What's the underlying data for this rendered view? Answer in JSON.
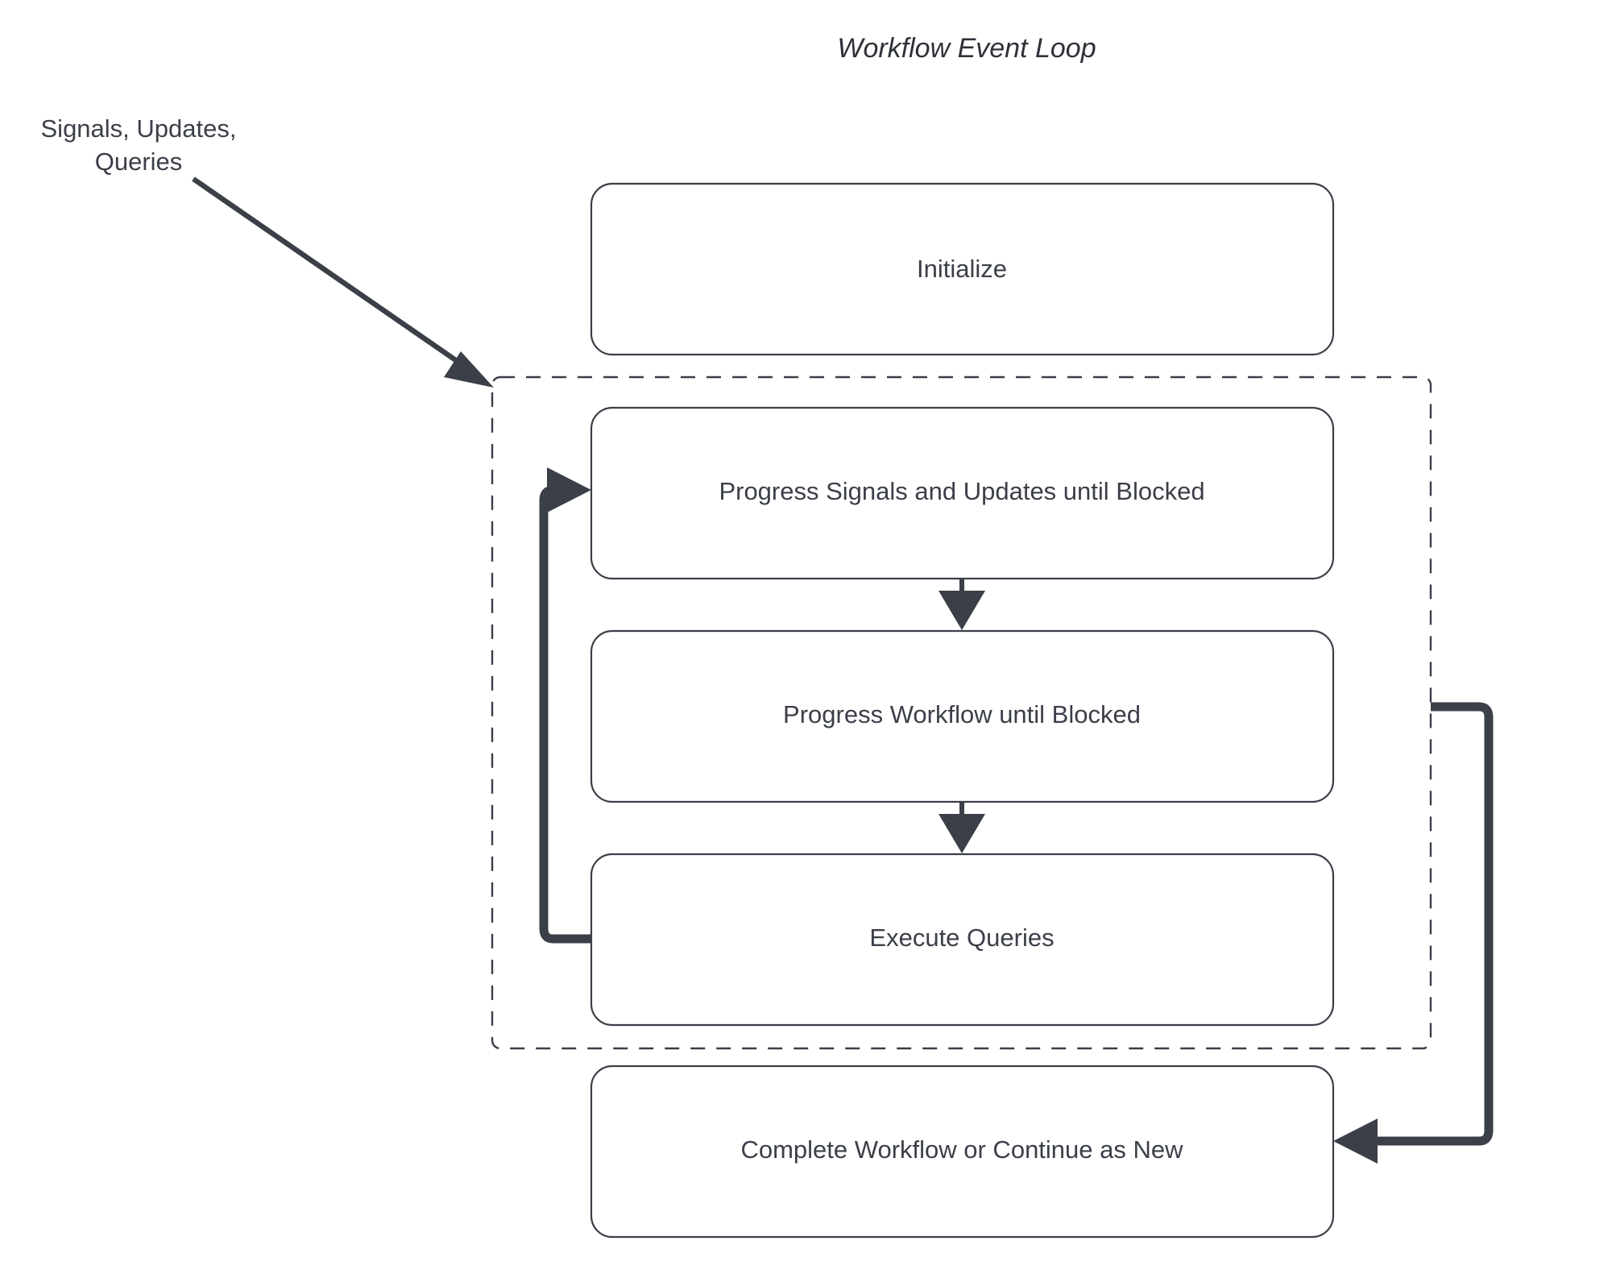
{
  "title": "Workflow Event Loop",
  "theme": {
    "background": "#ffffff",
    "stroke": "#3b3f48",
    "node_fill": "#ffffff",
    "text": "#3b3f48"
  },
  "nodes": {
    "initialize": {
      "label": "Initialize"
    },
    "progress_signals": {
      "label": "Progress Signals and Updates until Blocked"
    },
    "progress_workflow": {
      "label": "Progress Workflow until Blocked"
    },
    "execute_queries": {
      "label": "Execute Queries"
    },
    "complete_workflow": {
      "label": "Complete Workflow or Continue as New"
    }
  },
  "group": {
    "name": "event-loop-group",
    "style": "dashed"
  },
  "edges": {
    "external_input": {
      "label_line1": "Signals, Updates,",
      "label_line2": "Queries",
      "from": "external",
      "to": "event-loop-group"
    },
    "signals_to_workflow": {
      "from": "progress_signals",
      "to": "progress_workflow"
    },
    "workflow_to_queries": {
      "from": "progress_workflow",
      "to": "execute_queries"
    },
    "queries_loop_back": {
      "from": "execute_queries",
      "to": "progress_signals"
    },
    "loop_to_complete": {
      "from": "event-loop-group",
      "to": "complete_workflow"
    }
  }
}
